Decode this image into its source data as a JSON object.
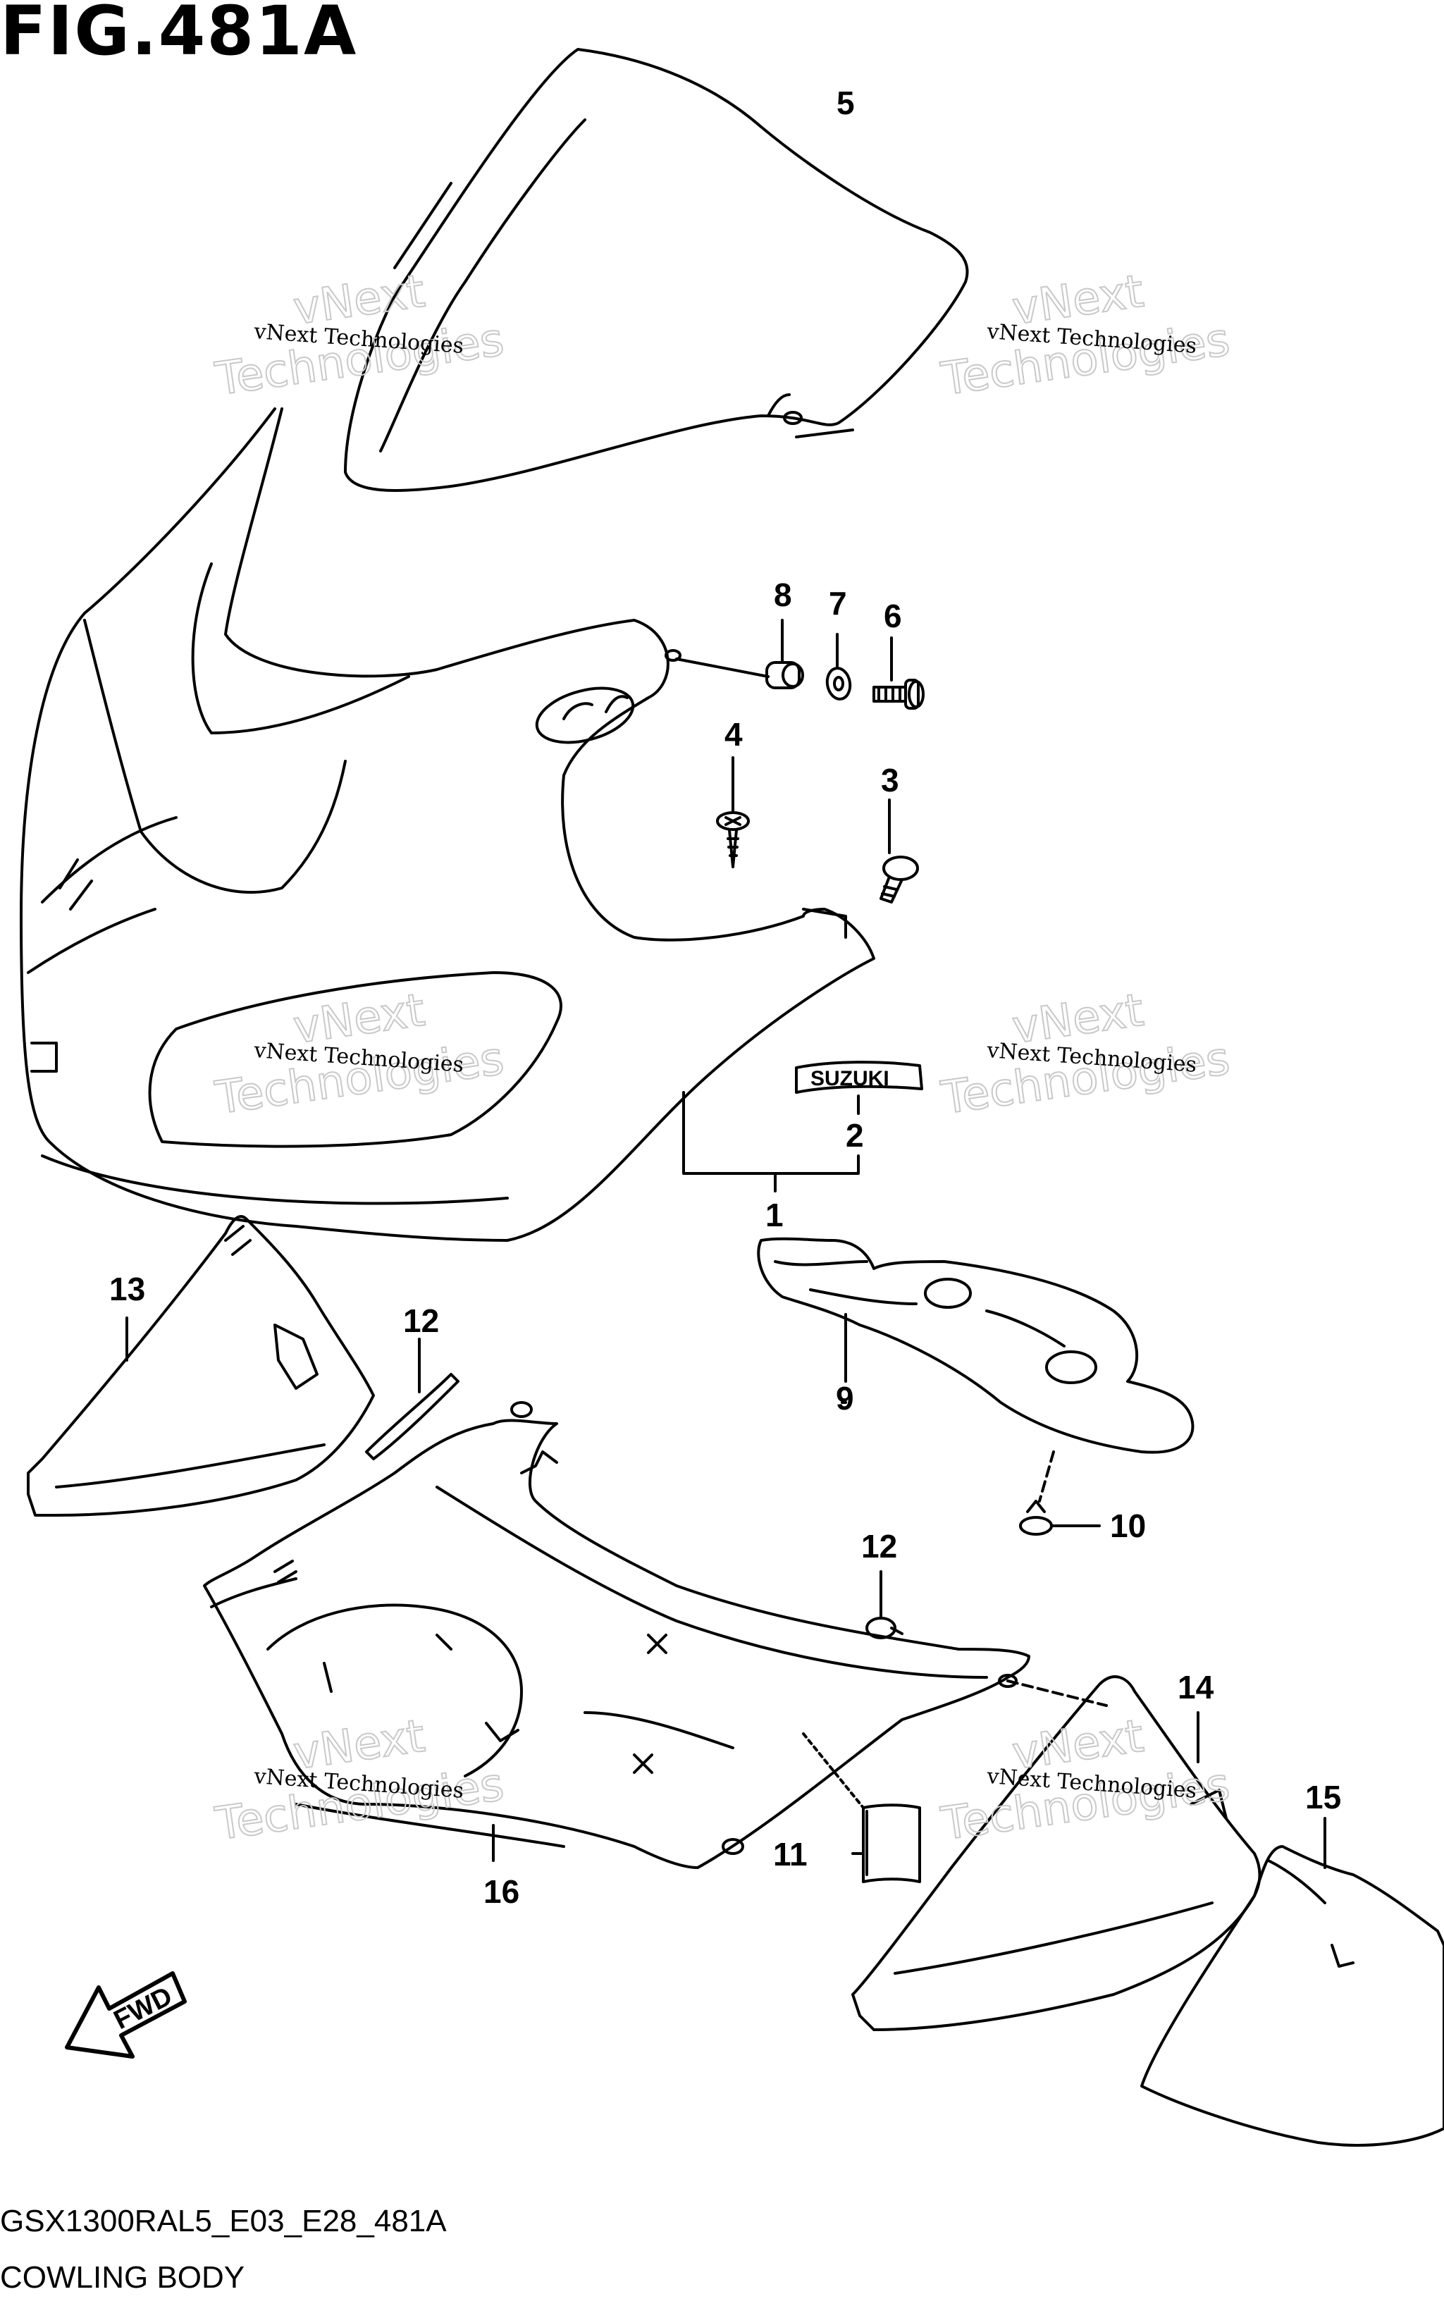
{
  "figure": {
    "title": "FIG.481A",
    "code": "GSX1300RAL5_E03_E28_481A",
    "name": "COWLING BODY"
  },
  "callouts": [
    "1",
    "2",
    "3",
    "4",
    "5",
    "6",
    "7",
    "8",
    "9",
    "10",
    "11",
    "12",
    "12",
    "13",
    "14",
    "15",
    "16"
  ],
  "emblem_text": "SUZUKI",
  "fwd_label": "FWD",
  "watermark": {
    "line1": "vNext Technologies",
    "big1": "vNext",
    "big2": "Technologies"
  }
}
